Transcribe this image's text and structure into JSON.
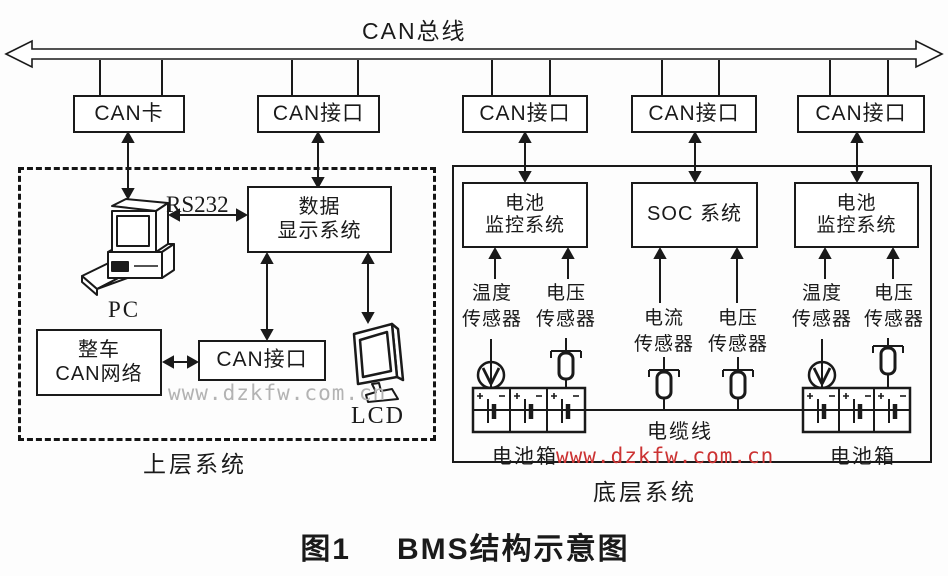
{
  "bus": {
    "label": "CAN总线"
  },
  "top_boxes": [
    {
      "label": "CAN卡"
    },
    {
      "label": "CAN接口"
    },
    {
      "label": "CAN接口"
    },
    {
      "label": "CAN接口"
    },
    {
      "label": "CAN接口"
    }
  ],
  "upper_system": {
    "label": "上层系统",
    "pc_label": "PC",
    "rs232_label": "RS232",
    "lcd_label": "LCD",
    "data_display": {
      "line1": "数据",
      "line2": "显示系统"
    },
    "vehicle_can": {
      "line1": "整车",
      "line2": "CAN网络"
    },
    "can_interface": "CAN接口",
    "watermark": "www.dzkfw.com.cn"
  },
  "lower_system": {
    "label": "底层系统",
    "battery_monitor_left": {
      "line1": "电池",
      "line2": "监控系统"
    },
    "soc": "SOC 系统",
    "battery_monitor_right": {
      "line1": "电池",
      "line2": "监控系统"
    },
    "sensors": {
      "left_temp": {
        "line1": "温度",
        "line2": "传感器"
      },
      "left_volt": {
        "line1": "电压",
        "line2": "传感器"
      },
      "mid_current": {
        "line1": "电流",
        "line2": "传感器"
      },
      "mid_volt": {
        "line1": "电压",
        "line2": "传感器"
      },
      "right_temp": {
        "line1": "温度",
        "line2": "传感器"
      },
      "right_volt": {
        "line1": "电压",
        "line2": "传感器"
      }
    },
    "cable_label": "电缆线",
    "battery_box_left": "电池箱",
    "battery_box_right": "电池箱",
    "watermark": "www.dzkfw.com.cn"
  },
  "caption": {
    "prefix": "图1",
    "title": "BMS结构示意图"
  },
  "colors": {
    "line": "#1a1a1a",
    "watermark_gray": "#b3b3b3",
    "watermark_red": "#cc3333",
    "background": "#fdfdfd"
  }
}
